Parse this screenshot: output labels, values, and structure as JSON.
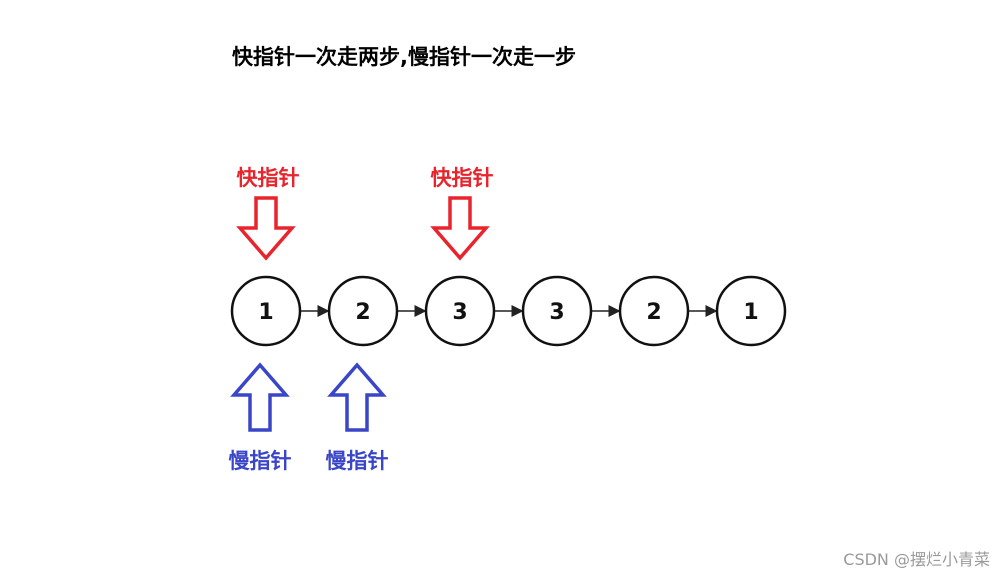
{
  "title": "快指针一次走两步,慢指针一次走一步",
  "nodes": [
    "1",
    "2",
    "3",
    "3",
    "2",
    "1"
  ],
  "fast_pointer": {
    "label": "快指针",
    "positions": [
      0,
      2
    ],
    "color": "#e8242c"
  },
  "slow_pointer": {
    "label": "慢指针",
    "positions": [
      0,
      1
    ],
    "color": "#3a46c8"
  },
  "watermark": "CSDN @摆烂小青菜"
}
